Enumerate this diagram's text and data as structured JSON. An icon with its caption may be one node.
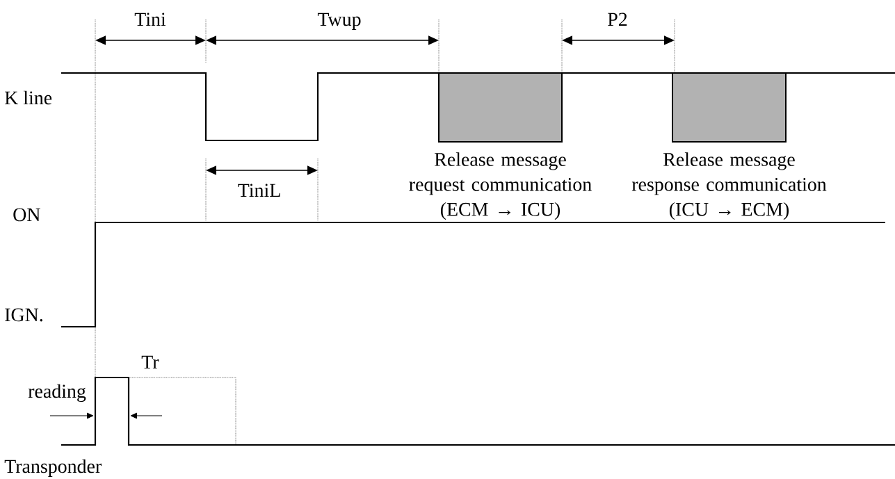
{
  "diagram": {
    "nodes": [
      {
        "text": [],
        "shape": "box",
        "beside": [
          "Release message request communication (ECM → ICU)"
        ]
      },
      {
        "text": [],
        "shape": "box",
        "beside": [
          "Release message response communication (ICU → ECM)"
        ]
      }
    ],
    "labels": [
      "Tini",
      "Twup",
      "P2",
      "K line",
      "TiniL",
      "ON",
      "IGN.",
      "Tr",
      "reading",
      "Transponder"
    ]
  }
}
